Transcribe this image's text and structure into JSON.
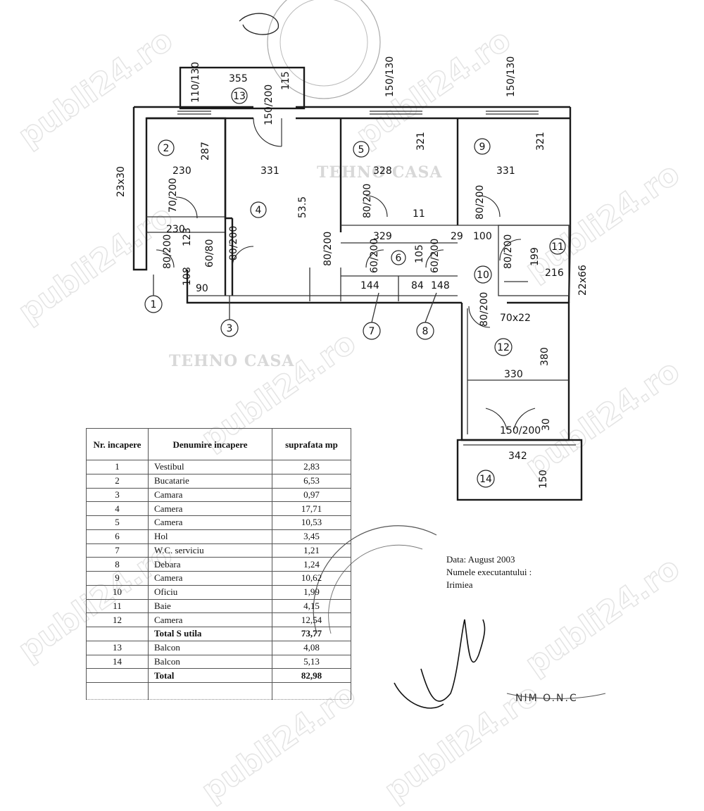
{
  "document": {
    "watermark": "TEHNO CASA",
    "site_watermark": "publi24.ro",
    "stamp_bottom": "NIM O.N.C"
  },
  "plan": {
    "room_numbers": [
      "1",
      "2",
      "3",
      "4",
      "5",
      "6",
      "7",
      "8",
      "9",
      "10",
      "11",
      "12",
      "13",
      "14"
    ],
    "dims": {
      "d355": "355",
      "d110_130": "110/130",
      "d150_200a": "150/200",
      "d115": "115",
      "d150_130a": "150/130",
      "d150_130b": "150/130",
      "d230a": "230",
      "d287": "287",
      "d331a": "331",
      "d328": "328",
      "d321a": "321",
      "d331b": "331",
      "d321b": "321",
      "d23x30": "23x30",
      "d70_200": "70/200",
      "d535": "53.5",
      "d80_200a": "80/200",
      "d11": "11",
      "d80_200b": "80/200",
      "d230b": "230",
      "d329": "329",
      "d29": "29",
      "d100": "100",
      "d80_200c": "80/200",
      "d123": "123",
      "d60_80": "60/80",
      "d80_200d": "80/200",
      "d80_200e": "80/200",
      "d60_200a": "60/200",
      "d105": "105",
      "d60_200b": "60/200",
      "d80_200f": "80/200",
      "d199": "199",
      "d216": "216",
      "d22x66": "22x66",
      "d108": "108",
      "d90": "90",
      "d144": "144",
      "d84": "84",
      "d148": "148",
      "d80_200g": "80/200",
      "d70x22": "70x22",
      "d330": "330",
      "d380": "380",
      "d150_200b": "150/200",
      "d30": "30",
      "d342": "342",
      "d150": "150"
    }
  },
  "table": {
    "headers": {
      "nr": "Nr. incapere",
      "name": "Denumire incapere",
      "area": "suprafata mp"
    },
    "rows": [
      {
        "nr": "1",
        "name": "Vestibul",
        "area": "2,83"
      },
      {
        "nr": "2",
        "name": "Bucatarie",
        "area": "6,53"
      },
      {
        "nr": "3",
        "name": "Camara",
        "area": "0,97"
      },
      {
        "nr": "4",
        "name": "Camera",
        "area": "17,71"
      },
      {
        "nr": "5",
        "name": "Camera",
        "area": "10,53"
      },
      {
        "nr": "6",
        "name": "Hol",
        "area": "3,45"
      },
      {
        "nr": "7",
        "name": "W.C. serviciu",
        "area": "1,21"
      },
      {
        "nr": "8",
        "name": "Debara",
        "area": "1,24"
      },
      {
        "nr": "9",
        "name": "Camera",
        "area": "10,62"
      },
      {
        "nr": "10",
        "name": "Oficiu",
        "area": "1,99"
      },
      {
        "nr": "11",
        "name": "Baie",
        "area": "4,15"
      },
      {
        "nr": "12",
        "name": "Camera",
        "area": "12,54"
      },
      {
        "nr": "",
        "name": "Total S utila",
        "area": "73,77"
      },
      {
        "nr": "13",
        "name": "Balcon",
        "area": "4,08"
      },
      {
        "nr": "14",
        "name": "Balcon",
        "area": "5,13"
      },
      {
        "nr": "",
        "name": "Total",
        "area": "82,98"
      }
    ]
  },
  "info": {
    "date": "Data: August 2003",
    "executant_label": "Numele executantului :",
    "executant_name": "Irimiea"
  }
}
